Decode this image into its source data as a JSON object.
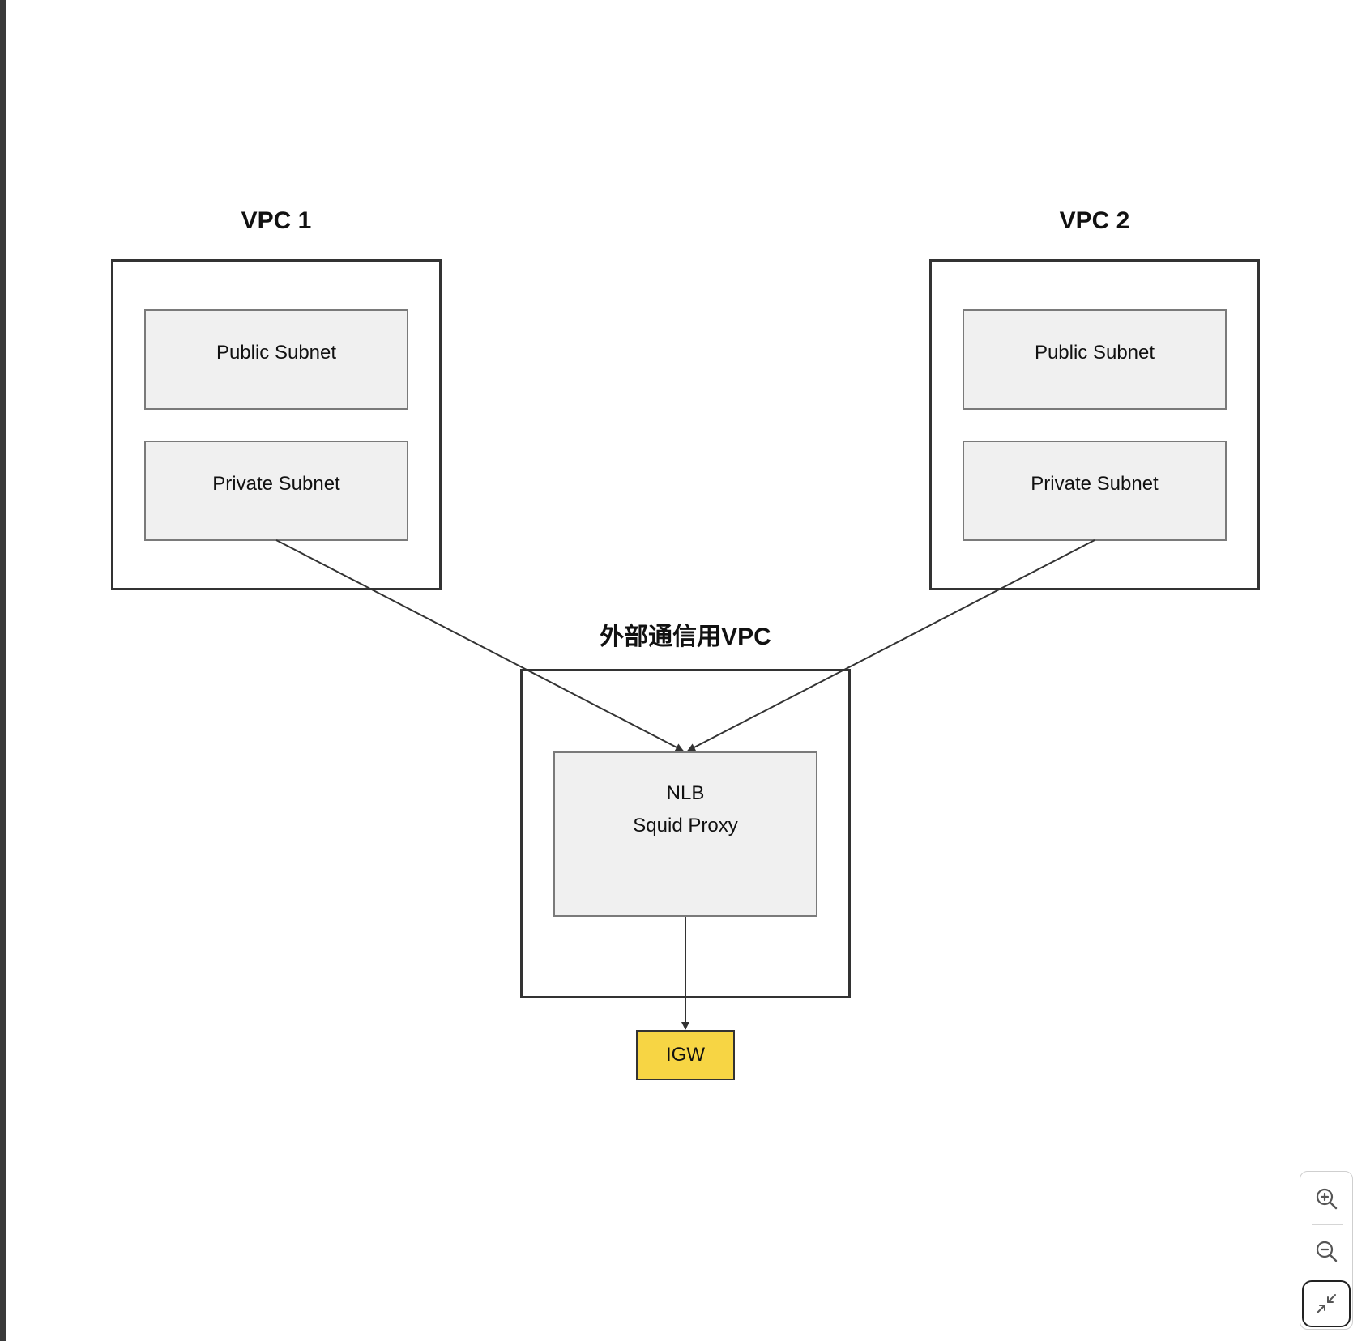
{
  "vpc1": {
    "title": "VPC 1",
    "public_subnet": "Public Subnet",
    "private_subnet": "Private Subnet"
  },
  "vpc2": {
    "title": "VPC 2",
    "public_subnet": "Public Subnet",
    "private_subnet": "Private Subnet"
  },
  "external_vpc": {
    "title": "外部通信用VPC",
    "node_line1": "NLB",
    "node_line2": "Squid Proxy"
  },
  "igw": {
    "label": "IGW",
    "color": "#f7d544"
  },
  "edges": [
    {
      "from": "VPC 1 Private Subnet",
      "to": "NLB / Squid Proxy"
    },
    {
      "from": "VPC 2 Private Subnet",
      "to": "NLB / Squid Proxy"
    },
    {
      "from": "NLB / Squid Proxy",
      "to": "IGW"
    }
  ],
  "zoom_controls": {
    "zoom_in_icon": "zoom-in-icon",
    "zoom_out_icon": "zoom-out-icon",
    "fit_icon": "fit-view-icon"
  }
}
